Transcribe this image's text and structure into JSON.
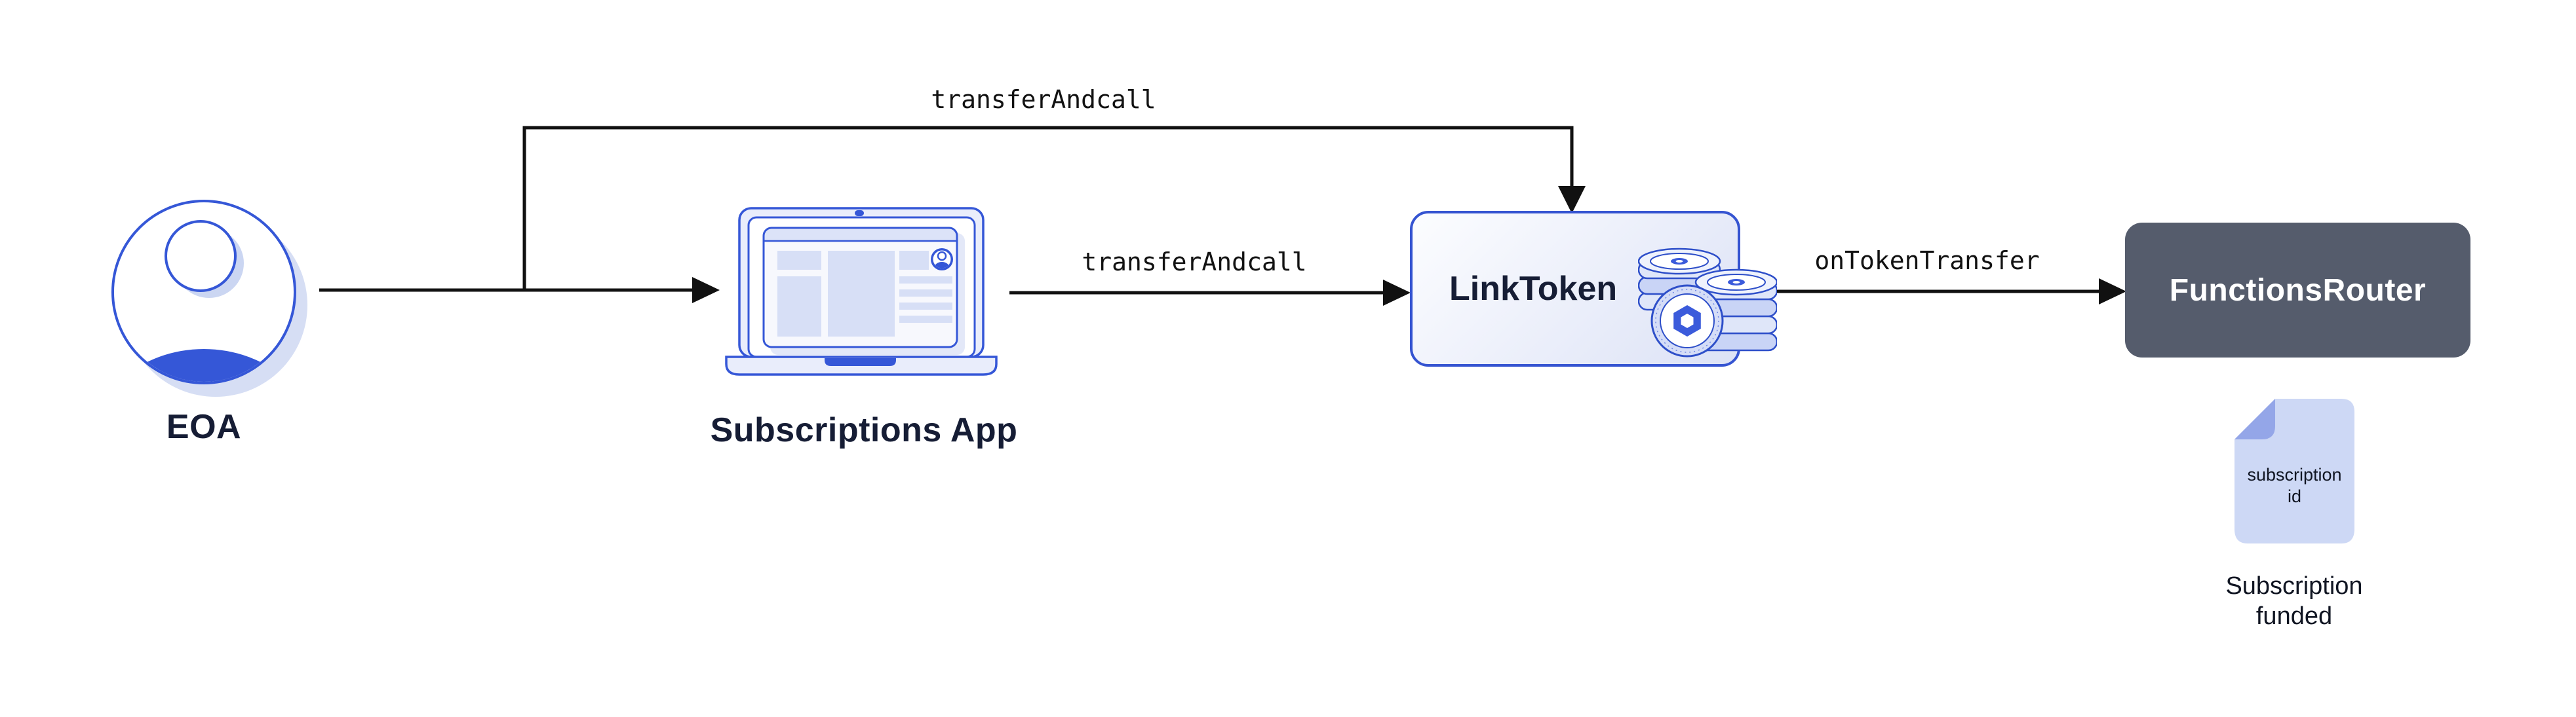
{
  "colors": {
    "chainlink_blue": "#3557D7",
    "box_border_blue": "#3554D1",
    "navy_text": "#161D35",
    "slate_box": "#555C6C",
    "arrow_black": "#111111",
    "light_fill": "#E9EDFB",
    "block_fill": "#D7DFF6",
    "doc_fill": "#CDD8F5",
    "doc_fold": "#94A6E8",
    "hex_logo_blue": "#3B5BDB"
  },
  "nodes": {
    "eoa": {
      "label": "EOA"
    },
    "subscriptions_app": {
      "label": "Subscriptions App"
    },
    "link_token": {
      "label": "LinkToken"
    },
    "functions_router": {
      "label": "FunctionsRouter"
    },
    "subscription_doc": {
      "line1": "subscription",
      "line2": "id"
    },
    "result_caption": {
      "line1": "Subscription",
      "line2": "funded"
    }
  },
  "edges": {
    "bypass_label": "transferAndcall",
    "app_to_linktoken_label": "transferAndcall",
    "linktoken_to_router_label": "onTokenTransfer"
  }
}
